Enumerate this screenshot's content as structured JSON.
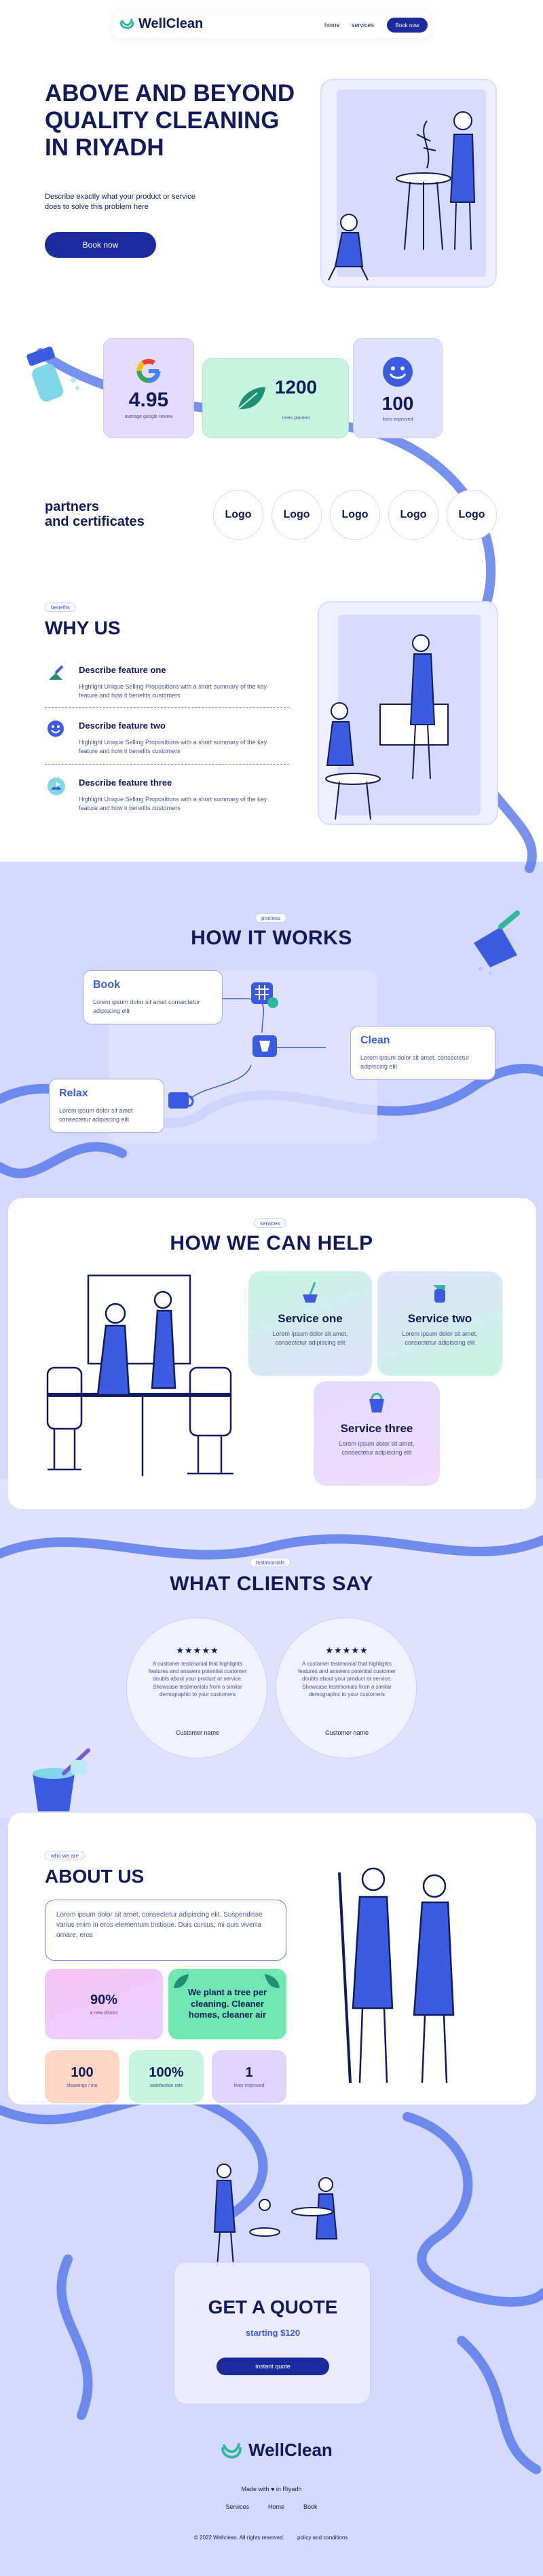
{
  "nav": {
    "brand": "WellClean",
    "links": [
      "home",
      "services"
    ],
    "cta": "Book now"
  },
  "hero": {
    "title_lines": [
      "ABOVE AND BEYOND",
      "QUALITY CLEANING",
      "IN RIYADH"
    ],
    "subtitle": "Describe exactly what your product or service does to solve this problem here",
    "cta": "Book now"
  },
  "stats": [
    {
      "value": "4.95",
      "label": "average google review"
    },
    {
      "value": "1200",
      "label": "trees planted"
    },
    {
      "value": "100",
      "label": "lives improved"
    }
  ],
  "partners": {
    "title_lines": [
      "partners",
      "and certificates"
    ],
    "logos": [
      "Logo",
      "Logo",
      "Logo",
      "Logo",
      "Logo"
    ]
  },
  "why": {
    "pill": "benefits",
    "title": "WHY US",
    "features": [
      {
        "title": "Describe feature one",
        "text": "Highlight Unique Selling Propositions with a short summary of the key feature and how it benefits customers"
      },
      {
        "title": "Describe feature two",
        "text": "Highlight Unique Selling Propositions with a short summary of the key feature and how it benefits customers"
      },
      {
        "title": "Describe feature three",
        "text": "Highlight Unique Selling Propositions with a short summary of the key feature and how it benefits customers"
      }
    ]
  },
  "how": {
    "pill": "process",
    "title": "HOW IT WORKS",
    "steps": [
      {
        "title": "Book",
        "text": "Lorem ipsum dolor sit amet consectetur adipiscing elit"
      },
      {
        "title": "Clean",
        "text": "Lorem ipsum dolor sit amet, consectetur adipiscing elit"
      },
      {
        "title": "Relax",
        "text": "Lorem ipsum dolor sit amet consectetur adipiscing elit"
      }
    ]
  },
  "help": {
    "pill": "services",
    "title": "HOW WE CAN HELP",
    "services": [
      {
        "title": "Service one",
        "text": "Lorem ipsum dolor sit amet, consectetur adipiscing elit"
      },
      {
        "title": "Service two",
        "text": "Lorem ipsum dolor sit amet, consectetur adipiscing elit"
      },
      {
        "title": "Service three",
        "text": "Lorem ipsum dolor sit amet, consectetur adipiscing elit"
      }
    ]
  },
  "clients": {
    "pill": "testimonials",
    "title": "WHAT CLIENTS SAY",
    "testimonials": [
      {
        "stars": "★★★★★",
        "quote": "A customer testimonial that highlights features and answers potential customer doubts about your product or service. Showcase testimonials from a similar demographic to your customers",
        "name": "Customer name"
      },
      {
        "stars": "★★★★★",
        "quote": "A customer testimonial that highlights features and answers potential customer doubts about your product or service. Showcase testimonials from a similar demographic to your customers",
        "name": "Customer name"
      }
    ]
  },
  "about": {
    "pill": "who we are",
    "title": "ABOUT US",
    "text": "Lorem ipsum dolor sit amet, consectetur adipiscing elit. Suspendisse varius enim in eros elementum tristique. Duis cursus, mi quis viverra ornare, eros",
    "stat_main": {
      "value": "90%",
      "label": "a new district"
    },
    "tree_text": "We plant a tree per cleaning. Cleaner homes, cleaner air",
    "small_stats": [
      {
        "value": "100",
        "label": "cleanings / mo"
      },
      {
        "value": "100%",
        "label": "satisfaction rate"
      },
      {
        "value": "1",
        "label": "lives improved"
      }
    ]
  },
  "quote": {
    "title": "GET A QUOTE",
    "subtitle": "starting $120",
    "cta": "instant quote"
  },
  "footer": {
    "brand": "WellClean",
    "made_with": "Made with ♥ in Riyadh",
    "links": [
      "Services",
      "Home",
      "Book"
    ],
    "copyright": "© 2022 Wellclean. All rights reserved.",
    "policy": "policy and conditions"
  },
  "colors": {
    "navy": "#101a5c",
    "accent": "#1b2a9c",
    "lavender": "#cfd6ff",
    "mint": "#c8f5e0",
    "pink": "#f7c5f5",
    "peach": "#ffd7c4",
    "purple": "#e0d4ff"
  }
}
